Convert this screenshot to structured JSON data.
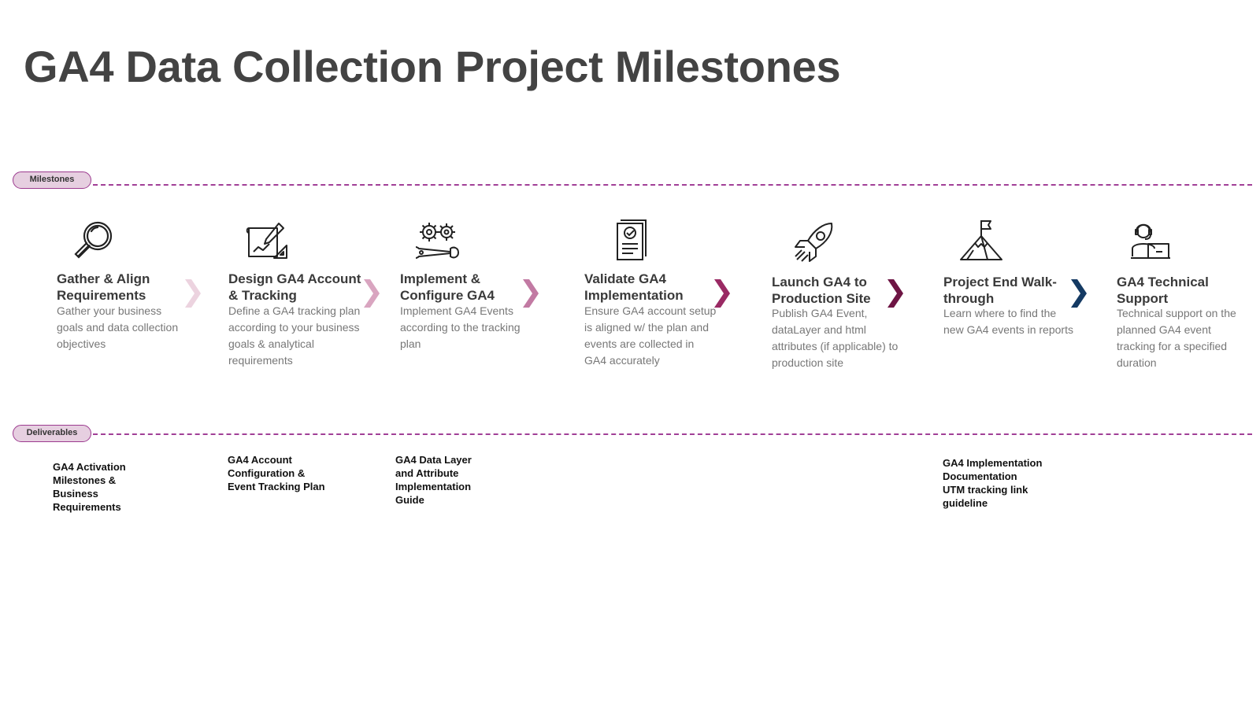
{
  "title": "GA4 Data Collection Project Milestones",
  "labels": {
    "milestones": "Milestones",
    "deliverables": "Deliverables"
  },
  "colors": {
    "timeline": "#a13f97",
    "pill_fill": "#e6cfe0",
    "chevrons": [
      "#ecd3df",
      "#d9a5c0",
      "#c27aa3",
      "#9a2a64",
      "#6e1544",
      "#143a63"
    ]
  },
  "milestones": [
    {
      "icon": "magnifier-icon",
      "heading": "Gather & Align Requirements",
      "description": "Gather your business goals and data collection objectives"
    },
    {
      "icon": "blueprint-pencil-icon",
      "heading": "Design GA4 Account & Tracking",
      "description": "Define a GA4 tracking plan according to your business goals & analytical requirements"
    },
    {
      "icon": "gears-wrench-icon",
      "heading": "Implement & Configure GA4",
      "description": "Implement GA4 Events according to the tracking plan"
    },
    {
      "icon": "checklist-document-icon",
      "heading": "Validate GA4 Implementation",
      "description": "Ensure GA4 account setup is aligned w/ the plan and events are collected in GA4 accurately"
    },
    {
      "icon": "rocket-icon",
      "heading": "Launch GA4 to Production Site",
      "description": "Publish GA4 Event, dataLayer and html attributes (if applicable) to production site"
    },
    {
      "icon": "mountain-flag-icon",
      "heading": "Project End Walk-through",
      "description": "Learn where to find the new GA4 events in reports"
    },
    {
      "icon": "support-agent-icon",
      "heading": "GA4 Technical Support",
      "description": "Technical support on the planned GA4 event tracking for a specified duration"
    }
  ],
  "deliverables": [
    "GA4 Activation\nMilestones &\nBusiness\nRequirements",
    "GA4 Account\nConfiguration &\nEvent Tracking Plan",
    "GA4 Data Layer\nand Attribute\nImplementation\nGuide",
    "GA4 Implementation\nDocumentation\nUTM tracking link\nguideline"
  ]
}
